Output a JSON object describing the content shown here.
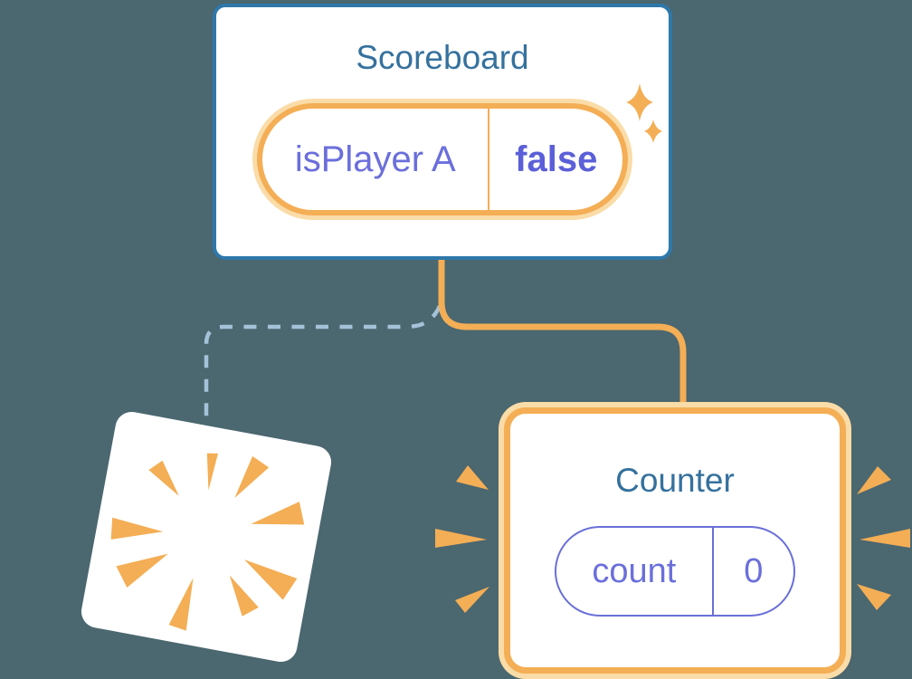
{
  "colors": {
    "background": "#4B6770",
    "card-bg": "#FFFFFF",
    "card-border-blue": "#2E78AB",
    "title-blue": "#35719E",
    "orange": "#F4AE55",
    "orange-halo": "#FADCA8",
    "purple": "#6B6FDB",
    "purple-bold": "#5B5FD8",
    "pill-border-purple": "#6A6FD8",
    "dash-blue": "#A4C2D8"
  },
  "scoreboard": {
    "title": "Scoreboard",
    "state": {
      "name": "isPlayer A",
      "value": "false"
    }
  },
  "counter": {
    "title": "Counter",
    "state": {
      "name": "count",
      "value": "0"
    }
  },
  "icons": {
    "sparkles": "sparkles-icon",
    "poof": "poof-burst-icon",
    "emphasis": "emphasis-marks"
  }
}
